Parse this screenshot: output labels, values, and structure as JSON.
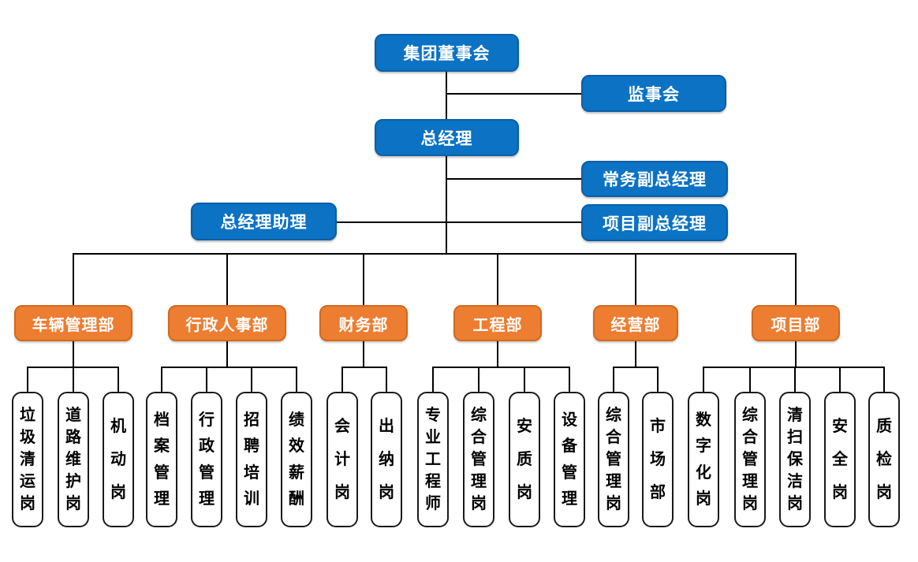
{
  "org_chart": {
    "executive_nodes": {
      "board": {
        "label": "集团董事会"
      },
      "supervisory_board": {
        "label": "监事会"
      },
      "general_manager": {
        "label": "总经理"
      },
      "executive_deputy_gm": {
        "label": "常务副总经理"
      },
      "gm_assistant": {
        "label": "总经理助理"
      },
      "project_deputy_gm": {
        "label": "项目副总经理"
      }
    },
    "departments": [
      {
        "label": "车辆管理部",
        "positions": [
          "垃圾清运岗",
          "道路维护岗",
          "机动岗"
        ]
      },
      {
        "label": "行政人事部",
        "positions": [
          "档案管理",
          "行政管理",
          "招聘培训",
          "绩效薪酬"
        ]
      },
      {
        "label": "财务部",
        "positions": [
          "会计岗",
          "出纳岗"
        ]
      },
      {
        "label": "工程部",
        "positions": [
          "专业工程师",
          "综合管理岗",
          "安质岗",
          "设备管理"
        ]
      },
      {
        "label": "经营部",
        "positions": [
          "综合管理岗",
          "市场部"
        ]
      },
      {
        "label": "项目部",
        "positions": [
          "数字化岗",
          "综合管理岗",
          "清扫保洁岗",
          "安全岗",
          "质检岗"
        ]
      }
    ],
    "colors": {
      "executive_fill": "#0B72C4",
      "executive_border": "#0A5FA6",
      "department_fill": "#ED7D31",
      "department_border": "#D26A1C",
      "position_fill": "#FFFFFF",
      "position_border": "#1A1A1A",
      "position_text": "#000000",
      "text_on_fill": "#FFFFFF",
      "connector": "#000000"
    }
  }
}
